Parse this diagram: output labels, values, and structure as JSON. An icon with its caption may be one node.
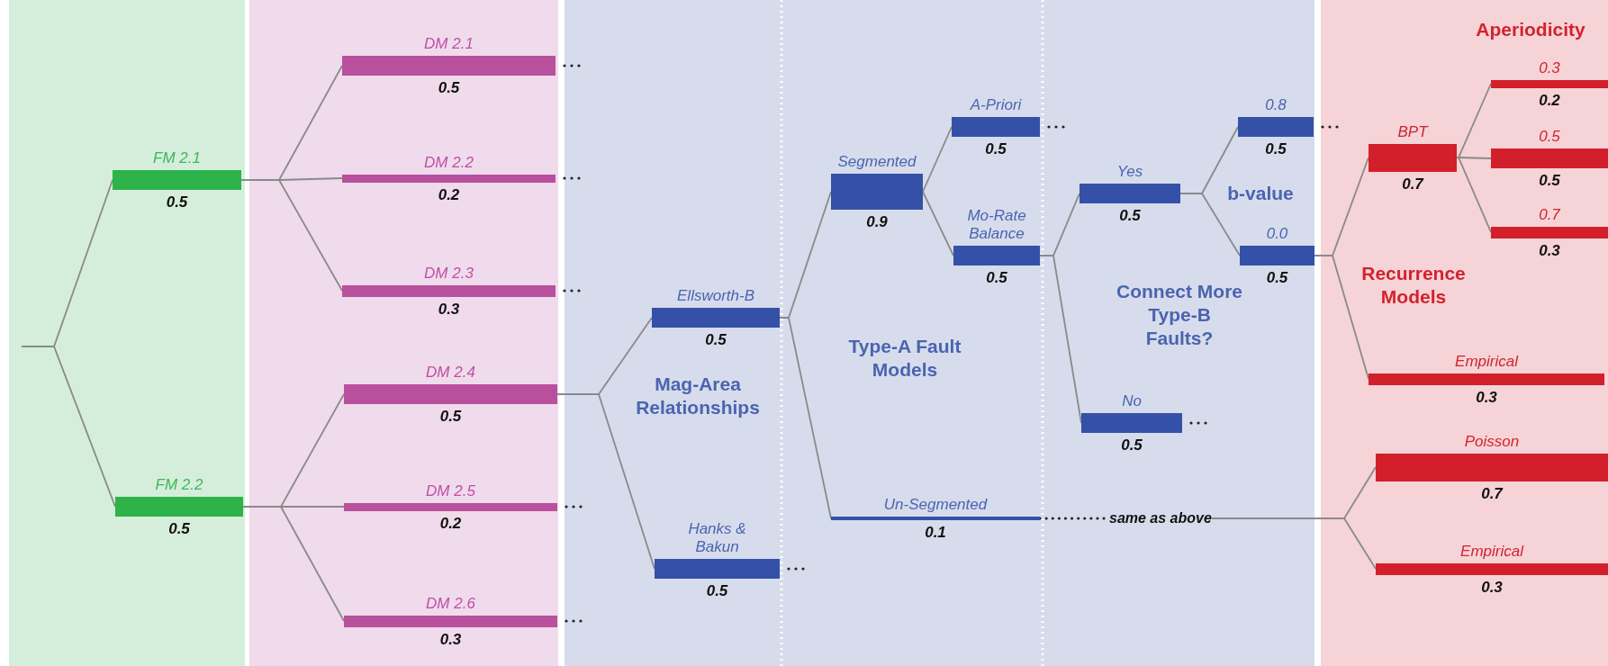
{
  "diagram": {
    "nodes": [
      {
        "text": [
          "FM 2.1",
          "0.5"
        ]
      },
      {
        "text": [
          "FM 2.2",
          "0.5"
        ]
      },
      {
        "text": [
          "DM 2.1",
          "0.5"
        ]
      },
      {
        "text": [
          "DM 2.2",
          "0.2"
        ]
      },
      {
        "text": [
          "DM 2.3",
          "0.3"
        ]
      },
      {
        "text": [
          "DM 2.4",
          "0.5"
        ]
      },
      {
        "text": [
          "DM 2.5",
          "0.2"
        ]
      },
      {
        "text": [
          "DM 2.6",
          "0.3"
        ]
      },
      {
        "text": [
          "Ellsworth-B",
          "0.5"
        ]
      },
      {
        "text": [
          "Hanks & Bakun",
          "0.5"
        ]
      },
      {
        "text": [
          "Segmented",
          "0.9"
        ]
      },
      {
        "text": [
          "Un-Segmented",
          "0.1"
        ]
      },
      {
        "text": [
          "A-Priori",
          "0.5"
        ]
      },
      {
        "text": [
          "Mo-Rate Balance",
          "0.5"
        ]
      },
      {
        "text": [
          "Yes",
          "0.5"
        ]
      },
      {
        "text": [
          "No",
          "0.5"
        ]
      },
      {
        "text": [
          "same as above"
        ]
      },
      {
        "text": [
          "0.8",
          "0.5"
        ]
      },
      {
        "text": [
          "0.0",
          "0.5"
        ]
      },
      {
        "text": [
          "BPT",
          "0.7"
        ]
      },
      {
        "text": [
          "Empirical",
          "0.3"
        ]
      },
      {
        "text": [
          "Poisson",
          "0.7"
        ]
      },
      {
        "text": [
          "Empirical",
          "0.3"
        ]
      },
      {
        "text": [
          "0.3",
          "0.2"
        ]
      },
      {
        "text": [
          "0.5",
          "0.5"
        ]
      },
      {
        "text": [
          "0.7",
          "0.3"
        ]
      }
    ],
    "edges": [
      {
        "from": null,
        "to": 0,
        "arrow": "none"
      },
      {
        "from": null,
        "to": 1,
        "arrow": "none"
      },
      {
        "from": 0,
        "to": 2,
        "arrow": "none"
      },
      {
        "from": 0,
        "to": 3,
        "arrow": "none"
      },
      {
        "from": 0,
        "to": 4,
        "arrow": "none"
      },
      {
        "from": 1,
        "to": 5,
        "arrow": "none"
      },
      {
        "from": 1,
        "to": 6,
        "arrow": "none"
      },
      {
        "from": 1,
        "to": 7,
        "arrow": "none"
      },
      {
        "from": 5,
        "to": 8,
        "arrow": "none"
      },
      {
        "from": 5,
        "to": 9,
        "arrow": "none"
      },
      {
        "from": 8,
        "to": 10,
        "arrow": "none"
      },
      {
        "from": 8,
        "to": 11,
        "arrow": "none"
      },
      {
        "from": 10,
        "to": 12,
        "arrow": "none"
      },
      {
        "from": 10,
        "to": 13,
        "arrow": "none"
      },
      {
        "from": 13,
        "to": 14,
        "arrow": "none"
      },
      {
        "from": 13,
        "to": 15,
        "arrow": "none"
      },
      {
        "from": 11,
        "to": 16,
        "arrow": "none",
        "style": "dashed",
        "color": "#222222"
      },
      {
        "from": 14,
        "to": 17,
        "arrow": "none"
      },
      {
        "from": 14,
        "to": 18,
        "arrow": "none"
      },
      {
        "from": 18,
        "to": 19,
        "arrow": "none"
      },
      {
        "from": 18,
        "to": 20,
        "arrow": "none"
      },
      {
        "from": 16,
        "to": 21,
        "arrow": "none"
      },
      {
        "from": 16,
        "to": 22,
        "arrow": "none"
      },
      {
        "from": 19,
        "to": 23,
        "arrow": "none"
      },
      {
        "from": 19,
        "to": 24,
        "arrow": "none"
      },
      {
        "from": 19,
        "to": 25,
        "arrow": "none"
      }
    ],
    "labels": [
      "Mag-Area Relationships",
      "Type-A Fault Models",
      "Connect More Type-B Faults?",
      "b-value",
      "Recurrence Models",
      "Aperiodicity"
    ]
  }
}
